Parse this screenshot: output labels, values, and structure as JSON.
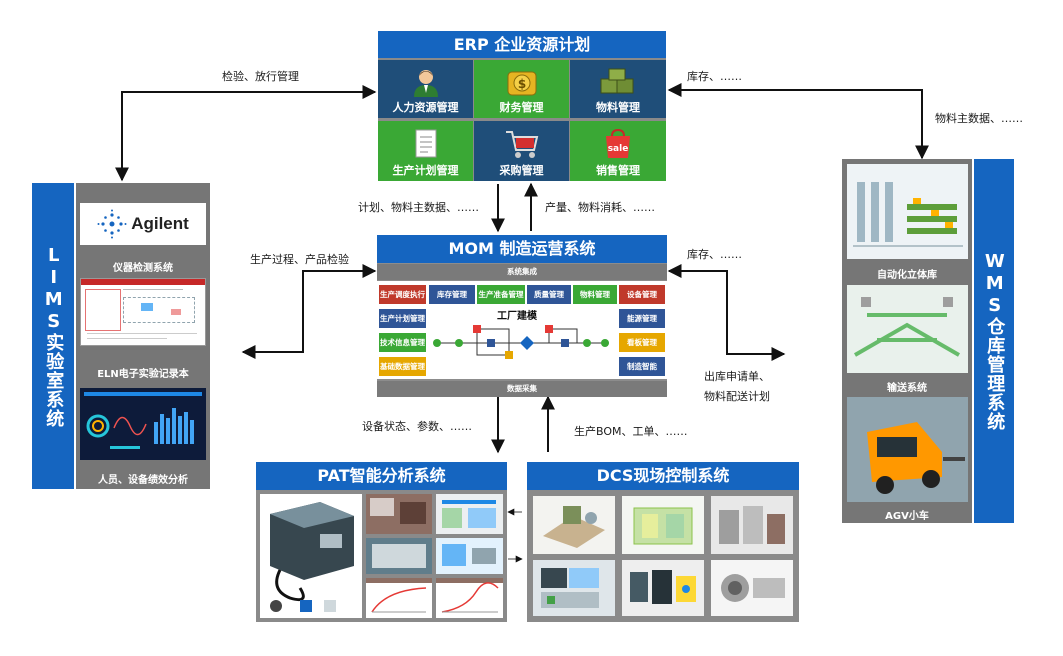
{
  "erp": {
    "title": "ERP 企业资源计划",
    "modules": [
      {
        "label": "人力资源管理",
        "icon": "person-icon",
        "color": "#1f4e79"
      },
      {
        "label": "财务管理",
        "icon": "money-bag-icon",
        "color": "#3aa835"
      },
      {
        "label": "物料管理",
        "icon": "boxes-icon",
        "color": "#1f4e79"
      },
      {
        "label": "生产计划管理",
        "icon": "document-icon",
        "color": "#3aa835"
      },
      {
        "label": "采购管理",
        "icon": "shopping-cart-icon",
        "color": "#1f4e79"
      },
      {
        "label": "销售管理",
        "icon": "sale-bag-icon",
        "color": "#3aa835"
      }
    ]
  },
  "mom": {
    "title": "MOM 制造运营系统",
    "integration_label": "系统集成",
    "top_modules": [
      "生产调度执行",
      "库存管理",
      "生产准备管理",
      "质量管理",
      "物料管理",
      "设备管理"
    ],
    "left_modules": [
      "生产计划管理",
      "技术信息管理",
      "基础数据管理"
    ],
    "right_modules": [
      "能源管理",
      "看板管理",
      "制造智能"
    ],
    "center_label": "工厂建模",
    "data_collection_label": "数据采集"
  },
  "lims": {
    "title": "LIMS实验室系统",
    "logo_text": "Agilent",
    "items": [
      "仪器检测系统",
      "ELN电子实验记录本",
      "人员、设备绩效分析"
    ]
  },
  "wms": {
    "title": "WMS仓库管理系统",
    "items": [
      "自动化立体库",
      "输送系统",
      "AGV小车"
    ]
  },
  "pat": {
    "title": "PAT智能分析系统"
  },
  "dcs": {
    "title": "DCS现场控制系统"
  },
  "flows": {
    "lims_erp": "检验、放行管理",
    "erp_wms": "库存、……",
    "wms_erp": "物料主数据、……",
    "erp_mom": "计划、物料主数据、……",
    "mom_erp": "产量、物料消耗、……",
    "lims_mom": "生产过程、产品检验",
    "mom_wms": "库存、……",
    "wms_mom_1": "出库申请单、",
    "wms_mom_2": "物料配送计划",
    "mom_pat": "设备状态、参数、……",
    "dcs_mom": "生产BOM、工单、……"
  },
  "colors": {
    "title_blue": "#1565c0",
    "panel_gray": "#767676",
    "erp_navy": "#1f4e79",
    "erp_green": "#3aa835"
  }
}
